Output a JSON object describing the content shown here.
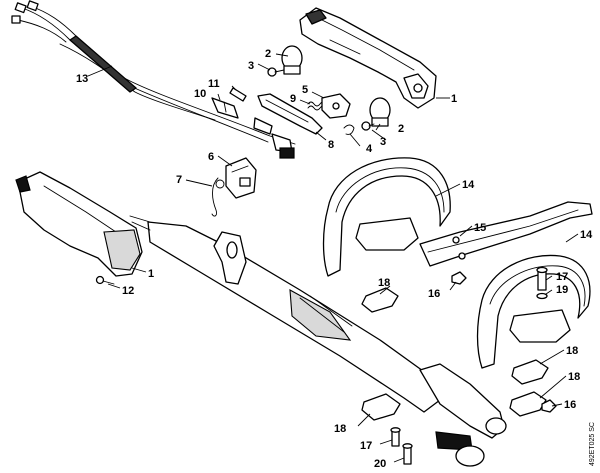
{
  "diagram": {
    "type": "exploded-parts-view",
    "reference_code": "492ET025 SC",
    "callouts": [
      "1",
      "2",
      "3",
      "4",
      "5",
      "6",
      "7",
      "8",
      "9",
      "10",
      "11",
      "12",
      "13",
      "14",
      "15",
      "16",
      "17",
      "18",
      "19",
      "20"
    ]
  }
}
